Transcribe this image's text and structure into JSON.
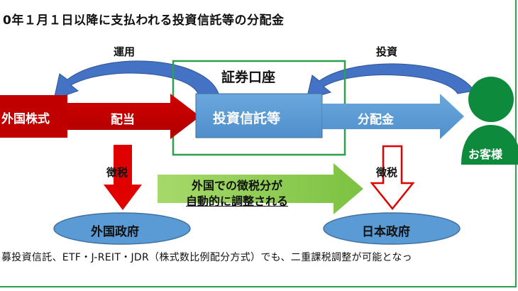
{
  "title": "0年１月１日以降に支払われる投資信託等の分配金",
  "labels": {
    "unyo": "運用",
    "toshi": "投資",
    "account": "証券口座",
    "foreign_stock": "外国株式",
    "dividend": "配当",
    "fund": "投資信託等",
    "distribution": "分配金",
    "customer": "お客様",
    "tax_left": "徴税",
    "tax_right": "徴税",
    "adjust_line1": "外国での徴税分が",
    "adjust_line2": "自動的に調整される",
    "foreign_gov": "外国政府",
    "japan_gov": "日本政府"
  },
  "footnote": "募投資信託、ETF・J-REIT・JDR（株式数比例配分方式）でも、二重課税調整が可能となっ",
  "colors": {
    "dark_red": "#c00000",
    "red": "#e00000",
    "blue_box": "#5b9bd5",
    "dark_blue": "#2f5597",
    "green": "#2e9e4f",
    "light_green": "#92d050",
    "ellipse_blue": "#5b9bd5"
  }
}
